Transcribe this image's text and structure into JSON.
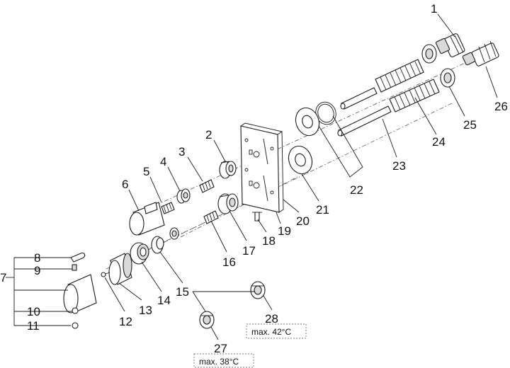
{
  "callouts": {
    "n1": "1",
    "n2": "2",
    "n3": "3",
    "n4": "4",
    "n5": "5",
    "n6": "6",
    "n7": "7",
    "n8": "8",
    "n9": "9",
    "n10": "10",
    "n11": "11",
    "n12": "12",
    "n13": "13",
    "n14": "14",
    "n15": "15",
    "n16": "16",
    "n17": "17",
    "n18": "18",
    "n19": "19",
    "n20": "20",
    "n21": "21",
    "n22": "22",
    "n23": "23",
    "n24": "24",
    "n25": "25",
    "n26": "26",
    "n27": "27",
    "n28": "28"
  },
  "notes": {
    "temp_27": "max. 38°C",
    "temp_28": "max. 42°C"
  }
}
